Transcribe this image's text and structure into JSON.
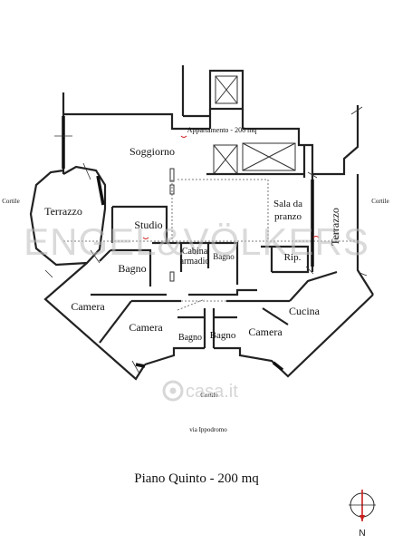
{
  "rooms": {
    "soggiorno": "Soggiorno",
    "terrazzo_left": "Terrazzo",
    "studio": "Studio",
    "bagno_1": "Bagno",
    "cabina": "Cabina",
    "armadio": "armadio",
    "bagno_small": "Bagno",
    "sala": "Sala da",
    "pranzo": "pranzo",
    "terrazzo_right": "Terrazzo",
    "rip": "Rip.",
    "camera_1": "Camera",
    "camera_2": "Camera",
    "bagno_2": "Bagno",
    "bagno_3": "Bagno",
    "camera_3": "Camera",
    "cucina": "Cucina"
  },
  "labels": {
    "appartamento": "Appartamento - 200 mq",
    "cortile_left": "Cortile",
    "cortile_right": "Cortile",
    "cortile_bottom": "Cortile",
    "street": "via Ippodromo",
    "plan_title": "Piano Quinto - 200 mq",
    "north": "N"
  },
  "watermark": {
    "brand": "ENGEL&VÖLKERS",
    "logo_text": "casa.it"
  },
  "colors": {
    "walls": "#222222",
    "door_marks": "#d02020",
    "watermark": "#bdbdbd"
  }
}
